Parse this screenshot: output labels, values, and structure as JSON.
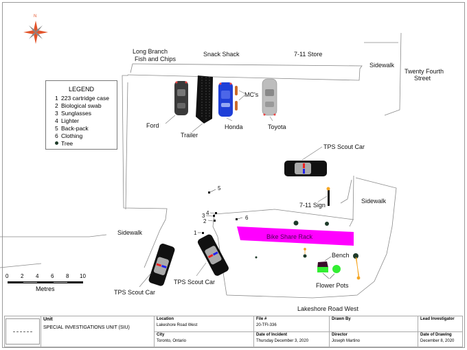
{
  "compass": {
    "label": "N",
    "icon": "compass-rose-icon",
    "color": "#e2542b"
  },
  "street_labels": {
    "long_branch": "Long Branch",
    "fish_and_chips": "Fish and Chips",
    "snack_shack": "Snack Shack",
    "seven_eleven_store": "7-11 Store",
    "sidewalk_top_right": "Sidewalk",
    "twenty_fourth": "Twenty Fourth",
    "street": "Street",
    "sidewalk_right": "Sidewalk",
    "sidewalk_left": "Sidewalk",
    "lakeshore": "Lakeshore Road West"
  },
  "legend": {
    "title": "LEGEND",
    "items": [
      {
        "key": "1",
        "label": "223 cartridge case"
      },
      {
        "key": "2",
        "label": "Biological swab"
      },
      {
        "key": "3",
        "label": "Sunglasses"
      },
      {
        "key": "4",
        "label": "Lighter"
      },
      {
        "key": "5",
        "label": "Back-pack"
      },
      {
        "key": "6",
        "label": "Clothing"
      }
    ],
    "tree_label": "Tree",
    "tree_color": "#1f3b2a"
  },
  "vehicles": {
    "ford": "Ford",
    "trailer": "Trailer",
    "honda": "Honda",
    "mcs": "MC's",
    "toyota": "Toyota",
    "scout_car_top": "TPS Scout Car",
    "scout_car_mid": "TPS Scout Car",
    "scout_car_left": "TPS Scout Car"
  },
  "features": {
    "seven_eleven_sign": "7-11 Sign",
    "bike_share_rack": "Bike Share Rack",
    "bench": "Bench",
    "flower_pots": "Flower Pots"
  },
  "evidence_markers": [
    "1",
    "2",
    "3",
    "4",
    "5",
    "6"
  ],
  "colors": {
    "bike_rack": "#ff00ff",
    "flower_pot": "#33ee33",
    "bench": "#3a0a2a",
    "honda": "#1f3fd8",
    "sign_post": "#f5a623"
  },
  "scale": {
    "ticks": [
      "0",
      "2",
      "4",
      "6",
      "8",
      "10"
    ],
    "unit": "Metres"
  },
  "title_block": {
    "unit_label": "Unit",
    "unit_value": "SPECIAL INVESTIGATIONS UNIT (SIU)",
    "location_label": "Location",
    "location_value": "Lakeshore Road West",
    "city_label": "City",
    "city_value": "Toronto, Ontario",
    "file_label": "File #",
    "file_value": "20-TFI-336",
    "incident_label": "Date of Incident",
    "incident_value": "Thursday December 3, 2020",
    "drawn_by_label": "Drawn By",
    "drawn_by_value": "",
    "director_label": "Director",
    "director_value": "Joseph Martino",
    "lead_label": "Lead Investigator",
    "lead_value": "",
    "drawing_date_label": "Date of Drawing",
    "drawing_date_value": "December 8, 2020"
  }
}
